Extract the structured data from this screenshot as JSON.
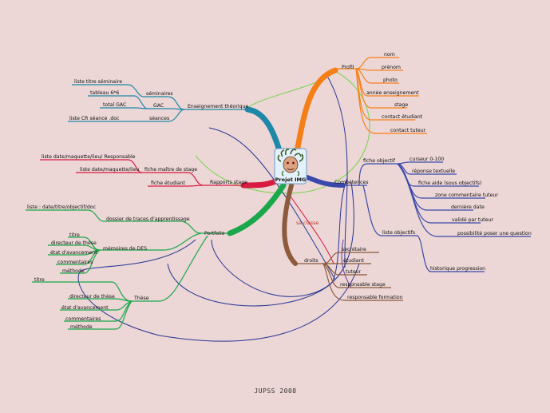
{
  "center": {
    "label": "Projet IMG"
  },
  "branches": {
    "profil": {
      "label": "Profil",
      "color": "#f57f17",
      "items": [
        "nom",
        "prénom",
        "photo",
        "année enseignement",
        "stage",
        "contact étudiant",
        "contact tuteur"
      ]
    },
    "enseignement": {
      "label": "Enseignement théorique",
      "color": "#1e88a8",
      "seminaires": "séminaires",
      "liste_titre_seminaire": "liste titre séminaire",
      "gac": "GAC",
      "tableau": "tableau 6*6",
      "total_gac": "total GAC",
      "seances": "séances",
      "liste_cr": "liste CR séance .doc"
    },
    "rapports": {
      "label": "Rapports stage",
      "color": "#d81b40",
      "fiche_maitre": "fiche maître de stage",
      "fiche_etudiant": "fiche étudiant",
      "liste_resp": "liste date/maquette/lieu/ Responsable",
      "liste_lieu": "liste date/maquette/lieu"
    },
    "competences": {
      "label": "Compétences",
      "color": "#3949ab",
      "fiche_objectif": "fiche objectif",
      "fiche_items": [
        "curseur 0-100",
        "réponse textuelle",
        "fiche aide (sous objectifs)",
        "zone commentaire tuteur",
        "dernière date",
        "validé par tuteur",
        "possibilité poser une question"
      ],
      "liste_objectifs": "liste objectifs",
      "historique": "historique progression"
    },
    "portfolio": {
      "label": "Portfolio",
      "color": "#1aa84a",
      "dossier": "dossier de traces d'apprentissage",
      "liste_dossier": "liste : date/titre/objectif/doc",
      "memoires": "mémoires de DES",
      "memoires_items": [
        "titre",
        "directeur de thèse",
        "état d'avancement",
        "commentaires",
        "méthode"
      ],
      "these": "Thèse",
      "these_items": [
        "titre",
        "directeur de thèse",
        "état d'avancement",
        "commentaires",
        "méthode"
      ]
    },
    "droits": {
      "label": "droits",
      "color": "#8d5a3c",
      "items": [
        "secrétaire",
        "étudiant",
        "tuteur",
        "responsable stage",
        "responsable formation"
      ],
      "sa_classe": "sa classe"
    }
  },
  "footer": {
    "text": "JUPSS 2008"
  }
}
